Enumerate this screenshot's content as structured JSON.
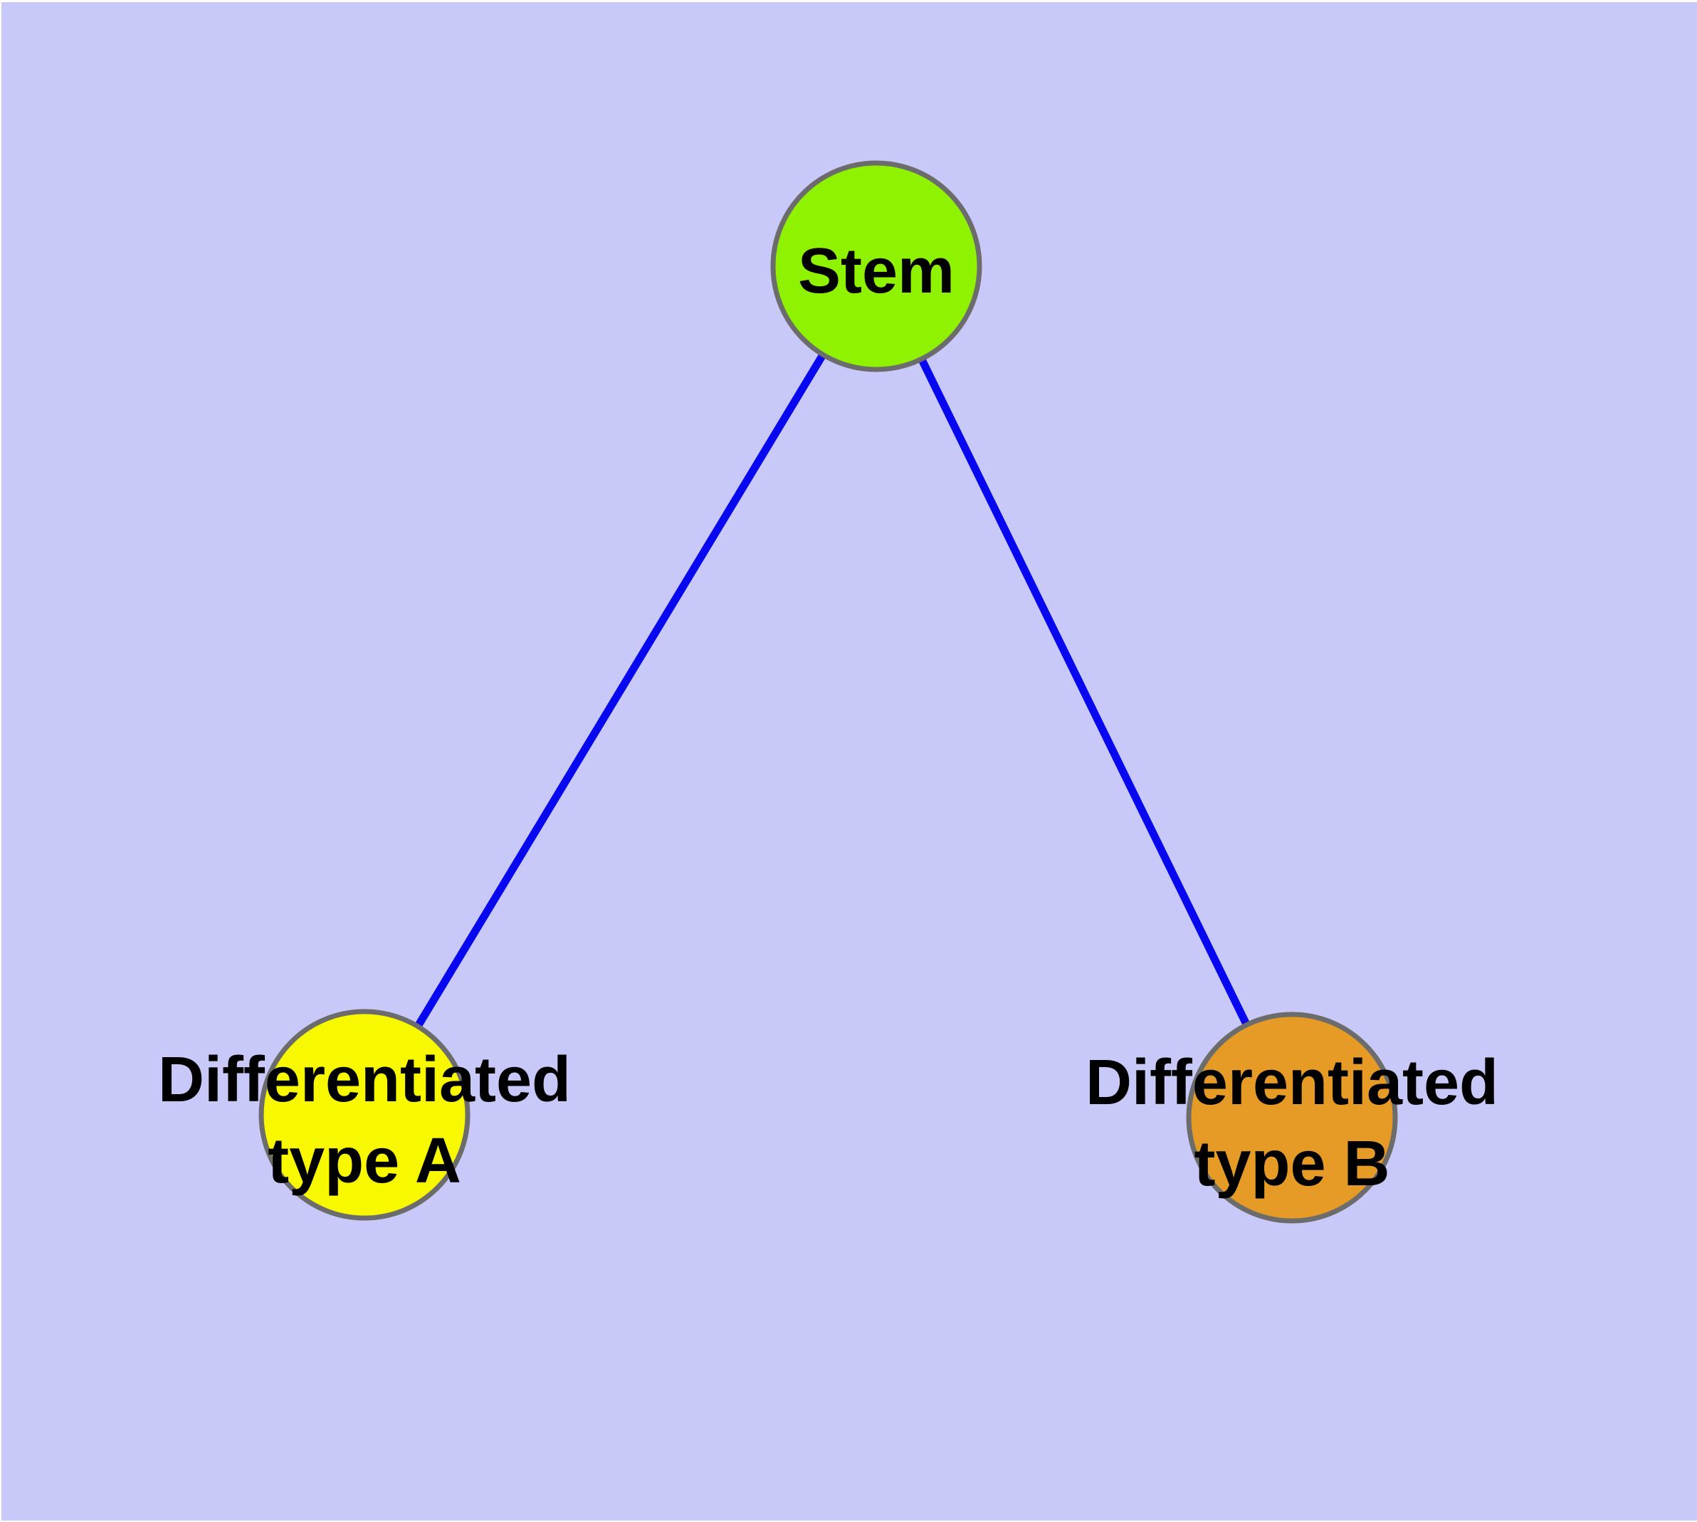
{
  "diagram": {
    "background_color": "#c9c9f9",
    "edge_color": "#0707f0",
    "node_border_color": "#6c6c6c",
    "text_color": "#000000",
    "nodes": [
      {
        "id": "stem",
        "label": "Stem",
        "fill": "#8ff201"
      },
      {
        "id": "differentiated-type-a",
        "label_line1": "Differentiated",
        "label_line2": "type A",
        "fill": "#f8f800"
      },
      {
        "id": "differentiated-type-b",
        "label_line1": "Differentiated",
        "label_line2": "type B",
        "fill": "#e59b25"
      }
    ],
    "edges": [
      {
        "from": "Stem",
        "to": "Differentiated type A"
      },
      {
        "from": "Stem",
        "to": "Differentiated type B"
      }
    ]
  }
}
